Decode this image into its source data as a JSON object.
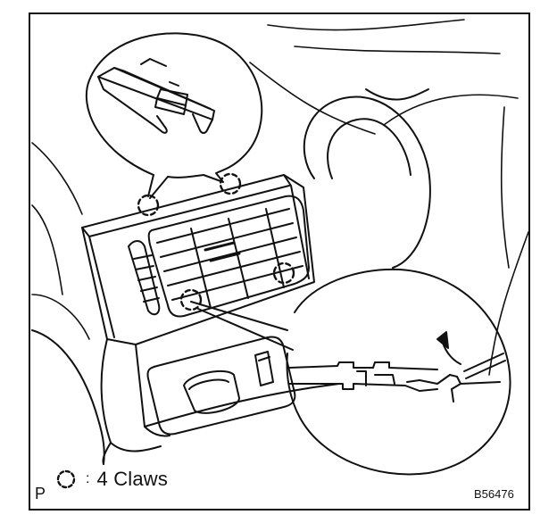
{
  "legend": {
    "symbol": "dashed-circle-icon",
    "label": "4 Claws"
  },
  "page_letter": "P",
  "figure_id": "B56476",
  "colors": {
    "ink": "#111111",
    "paper": "#ffffff"
  }
}
